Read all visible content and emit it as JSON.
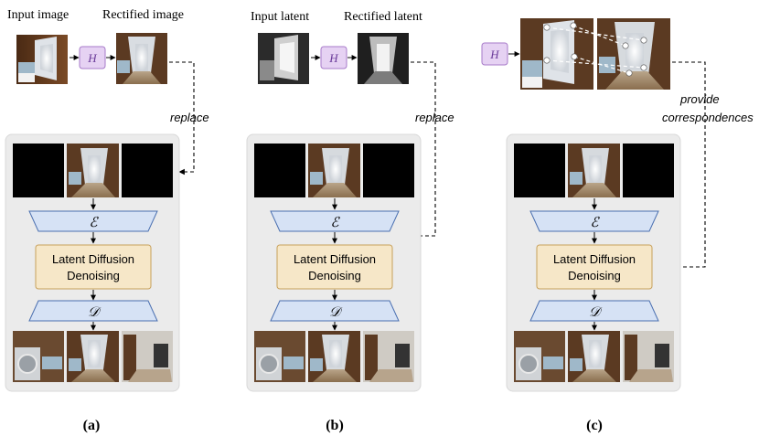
{
  "colors": {
    "panel_bg": "#ebebeb",
    "panel_border": "#d8d8d8",
    "homography_fill": "#e6d2f3",
    "homography_stroke": "#a77ac9",
    "homography_text": "#6a3a99",
    "encoder_fill": "#d6e2f5",
    "encoder_stroke": "#4a6fb0",
    "diffusion_fill": "#f6e7c8",
    "diffusion_stroke": "#c7a05a",
    "arrow": "#000000"
  },
  "panel_a": {
    "input_label": "Input image",
    "rectified_label": "Rectified image",
    "homography_symbol": "H",
    "replace_label": "replace",
    "encoder_symbol": "ℰ",
    "diffusion_line1": "Latent Diffusion",
    "diffusion_line2": "Denoising",
    "decoder_symbol": "𝒟",
    "caption": "(a)"
  },
  "panel_b": {
    "input_label": "Input latent",
    "rectified_label": "Rectified latent",
    "homography_symbol": "H",
    "replace_label": "replace",
    "encoder_symbol": "ℰ",
    "diffusion_line1": "Latent Diffusion",
    "diffusion_line2": "Denoising",
    "decoder_symbol": "𝒟",
    "caption": "(b)"
  },
  "panel_c": {
    "homography_symbol": "H",
    "correspondence_line1": "provide",
    "correspondence_line2": "correspondences",
    "encoder_symbol": "ℰ",
    "diffusion_line1": "Latent Diffusion",
    "diffusion_line2": "Denoising",
    "decoder_symbol": "𝒟",
    "caption": "(c)"
  }
}
